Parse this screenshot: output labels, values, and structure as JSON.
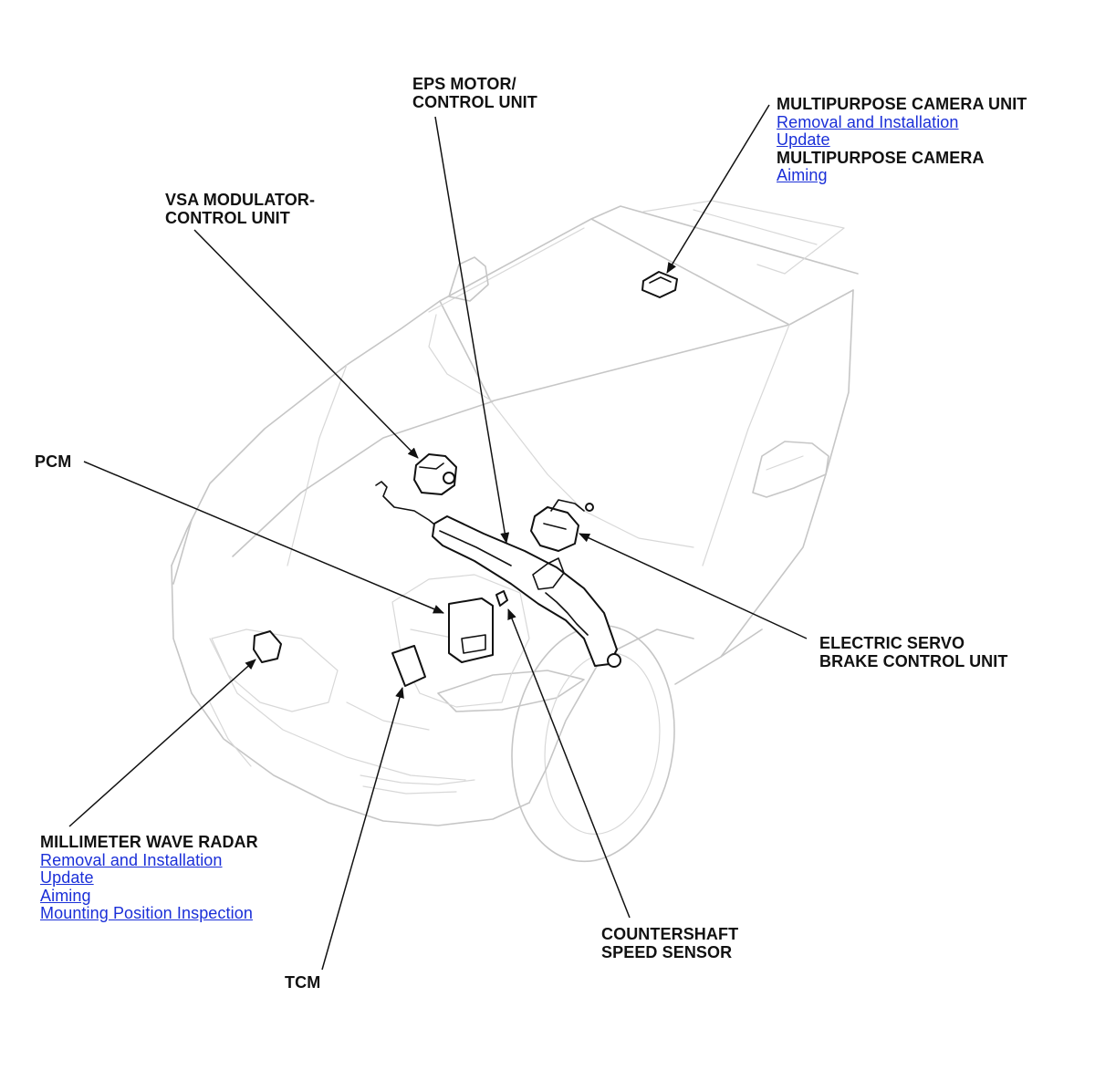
{
  "callouts": {
    "eps": {
      "line1": "EPS MOTOR/",
      "line2": "CONTROL UNIT"
    },
    "camera": {
      "title": "MULTIPURPOSE CAMERA UNIT",
      "links": [
        "Removal and Installation",
        "Update"
      ],
      "subtitle": "MULTIPURPOSE CAMERA",
      "sublinks": [
        "Aiming"
      ]
    },
    "vsa": {
      "line1": "VSA MODULATOR-",
      "line2": "CONTROL UNIT"
    },
    "pcm": {
      "line1": "PCM"
    },
    "servo": {
      "line1": "ELECTRIC SERVO",
      "line2": "BRAKE CONTROL UNIT"
    },
    "radar": {
      "title": "MILLIMETER WAVE RADAR",
      "links": [
        "Removal and Installation",
        "Update",
        "Aiming",
        "Mounting Position Inspection"
      ]
    },
    "countershaft": {
      "line1": "COUNTERSHAFT",
      "line2": "SPEED SENSOR"
    },
    "tcm": {
      "line1": "TCM"
    }
  },
  "colors": {
    "link": "#1a2fd8",
    "text": "#111111",
    "car_outline": "#c6c6c6"
  }
}
